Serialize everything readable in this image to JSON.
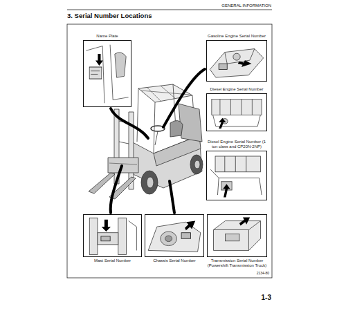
{
  "diagram": {
    "title": "3. Serial Number Locations",
    "nodes": [
      {
        "text": [
          "Name Plate"
        ]
      },
      {
        "text": [
          "Gasoline Engine Serial Number"
        ]
      },
      {
        "text": [
          "Diesel Engine Serial Number"
        ]
      },
      {
        "text": [
          "Diesel Engine Serial Number (1 ton class and CP20N-2NP)"
        ]
      },
      {
        "text": [
          "Mast Serial Number"
        ]
      },
      {
        "text": [
          "Chassis Serial Number"
        ]
      },
      {
        "text": [
          "Transmission Serial Number (Powershift Transmission Truck)"
        ]
      }
    ],
    "labels": [
      "GENERAL INFORMATION",
      "2134-80",
      "1-3"
    ]
  }
}
